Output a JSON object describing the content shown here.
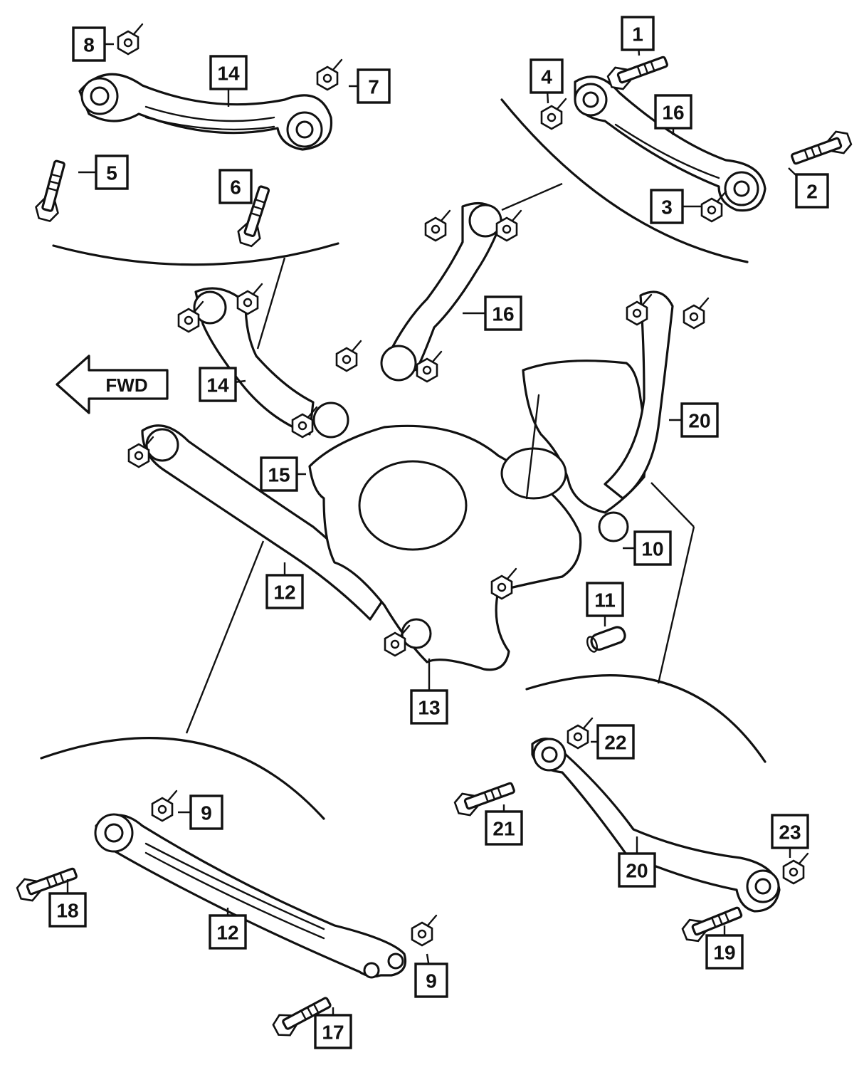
{
  "diagram": {
    "fwd_label": "FWD",
    "callouts": [
      {
        "id": "c1",
        "text": "1"
      },
      {
        "id": "c2",
        "text": "2"
      },
      {
        "id": "c3",
        "text": "3"
      },
      {
        "id": "c4",
        "text": "4"
      },
      {
        "id": "c5",
        "text": "5"
      },
      {
        "id": "c6",
        "text": "6"
      },
      {
        "id": "c7",
        "text": "7"
      },
      {
        "id": "c8",
        "text": "8"
      },
      {
        "id": "c9a",
        "text": "9"
      },
      {
        "id": "c9b",
        "text": "9"
      },
      {
        "id": "c10",
        "text": "10"
      },
      {
        "id": "c11",
        "text": "11"
      },
      {
        "id": "c12a",
        "text": "12"
      },
      {
        "id": "c12b",
        "text": "12"
      },
      {
        "id": "c13",
        "text": "13"
      },
      {
        "id": "c14a",
        "text": "14"
      },
      {
        "id": "c14b",
        "text": "14"
      },
      {
        "id": "c15",
        "text": "15"
      },
      {
        "id": "c16a",
        "text": "16"
      },
      {
        "id": "c16b",
        "text": "16"
      },
      {
        "id": "c17",
        "text": "17"
      },
      {
        "id": "c18",
        "text": "18"
      },
      {
        "id": "c19",
        "text": "19"
      },
      {
        "id": "c20a",
        "text": "20"
      },
      {
        "id": "c20b",
        "text": "20"
      },
      {
        "id": "c21",
        "text": "21"
      },
      {
        "id": "c22",
        "text": "22"
      },
      {
        "id": "c23",
        "text": "23"
      }
    ]
  }
}
